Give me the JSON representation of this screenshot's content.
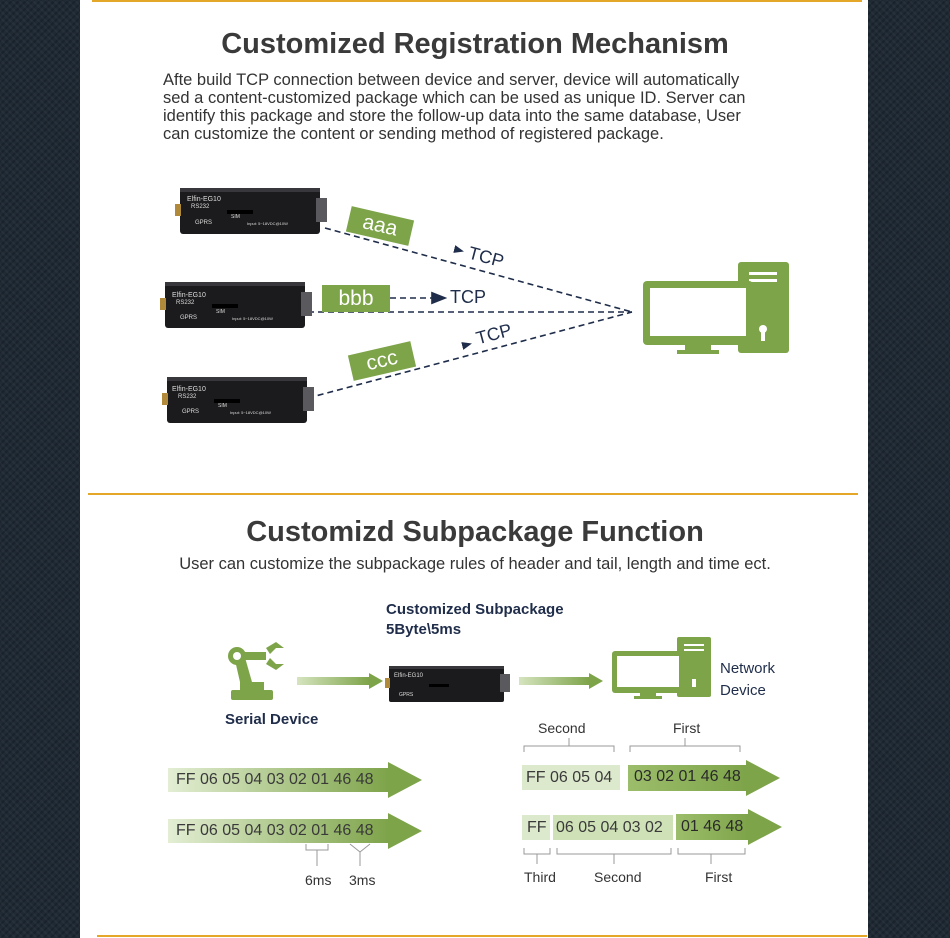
{
  "section1": {
    "title": "Customized Registration Mechanism",
    "description_lines": [
      "Afte build TCP connection between device and server, device will automatically",
      "sed a content-customized package which can be used as unique ID. Server can",
      "identify this package and store the follow-up data into the same database, User",
      "can customize the content or sending method of registered package."
    ],
    "devices": [
      {
        "model": "Elfin-EG10",
        "ports": [
          "RS232",
          "GPRS"
        ],
        "sim": "SIM",
        "input": "Input: 5~18VDC@10W"
      },
      {
        "model": "Elfin-EG10",
        "ports": [
          "RS232",
          "GPRS"
        ],
        "sim": "SIM",
        "input": "Input: 5~18VDC@10W"
      },
      {
        "model": "Elfin-EG10",
        "ports": [
          "RS232",
          "GPRS"
        ],
        "sim": "SIM",
        "input": "Input: 5~18VDC@10W"
      }
    ],
    "packets": [
      "aaa",
      "bbb",
      "ccc"
    ],
    "protocol_label": "TCP",
    "colors": {
      "accent": "#7ea44a",
      "line": "#1f2d4a",
      "rule": "#e5a727"
    }
  },
  "section2": {
    "title": "Customizd Subpackage Function",
    "description": "User can customize the subpackage rules of header and tail, length and time ect.",
    "serial_device_label": "Serial Device",
    "custom_label_line1": "Customized Subpackage",
    "custom_label_line2": "5Byte\\5ms",
    "network_label_line1": "Network",
    "network_label_line2": "Device",
    "input_stream": "FF 06 05 04 03 02 01 46 48",
    "input_stream_timed": "FF 06 05 04 03 02 01 46 48",
    "timing_labels": [
      "6ms",
      "3ms"
    ],
    "row1": {
      "labels": [
        "Second",
        "First"
      ],
      "packets": [
        "FF 06 05 04",
        "03 02 01 46 48"
      ]
    },
    "row2": {
      "labels": [
        "Third",
        "Second",
        "First"
      ],
      "packets": [
        "FF",
        "06 05 04 03 02",
        "01 46 48"
      ]
    }
  }
}
